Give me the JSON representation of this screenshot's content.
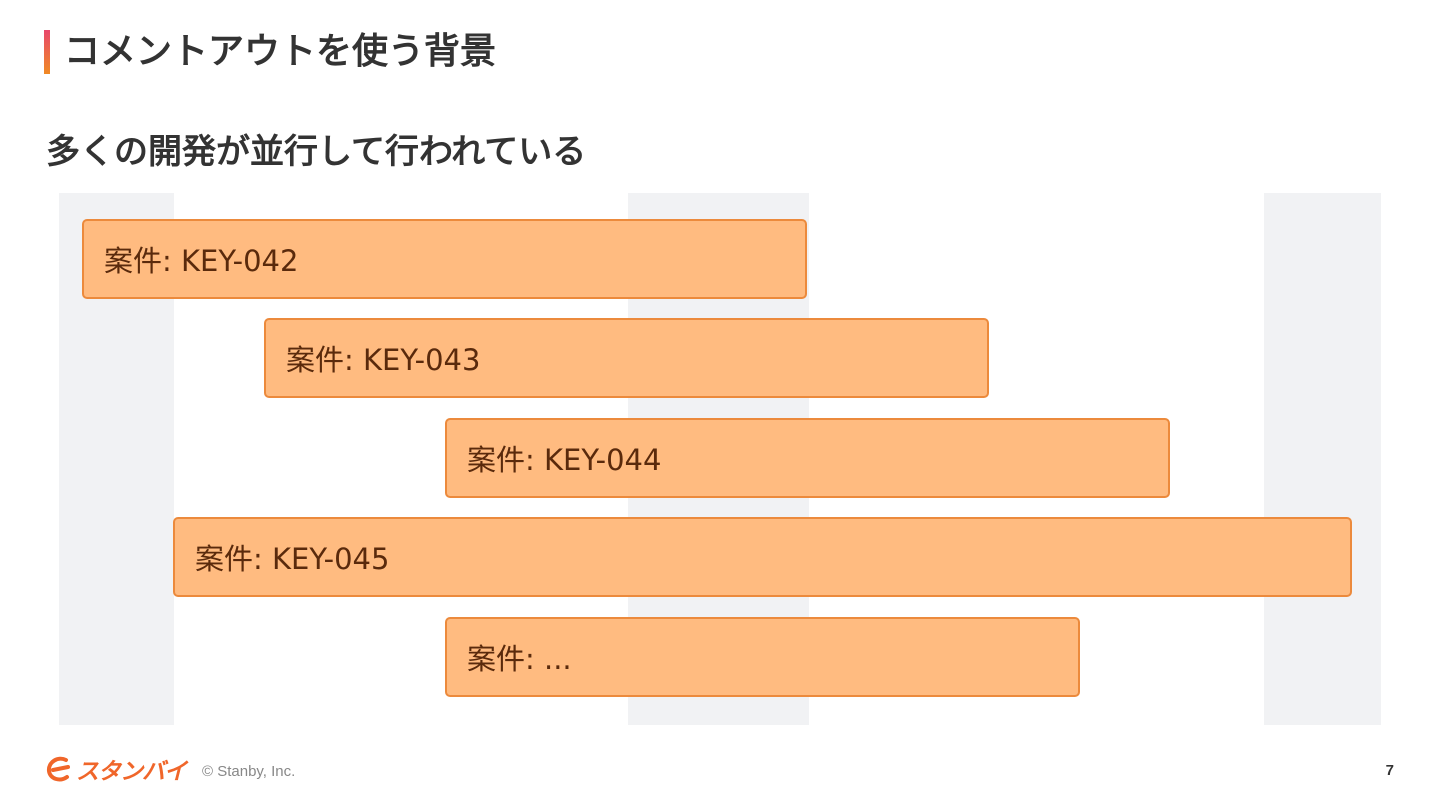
{
  "slide": {
    "title": "コメントアウトを使う背景",
    "subtitle": "多くの開発が並行して行われている",
    "page_number": "7"
  },
  "colors": {
    "accent_gradient_top": "#e8476b",
    "accent_gradient_bottom": "#f08a24",
    "bar_fill": "#ffbb80",
    "bar_border": "#ec8a3c",
    "bar_text": "#5a2a0c",
    "band_fill": "#f1f2f4",
    "brand": "#f0662a"
  },
  "timeline": {
    "cases": [
      {
        "label": "案件: KEY-042"
      },
      {
        "label": "案件: KEY-043"
      },
      {
        "label": "案件: KEY-044"
      },
      {
        "label": "案件: KEY-045"
      },
      {
        "label": "案件: ..."
      }
    ]
  },
  "footer": {
    "logo_icon": "stanby-logo-mark-icon",
    "logo_text": "スタンバイ",
    "copyright": "© Stanby, Inc."
  }
}
